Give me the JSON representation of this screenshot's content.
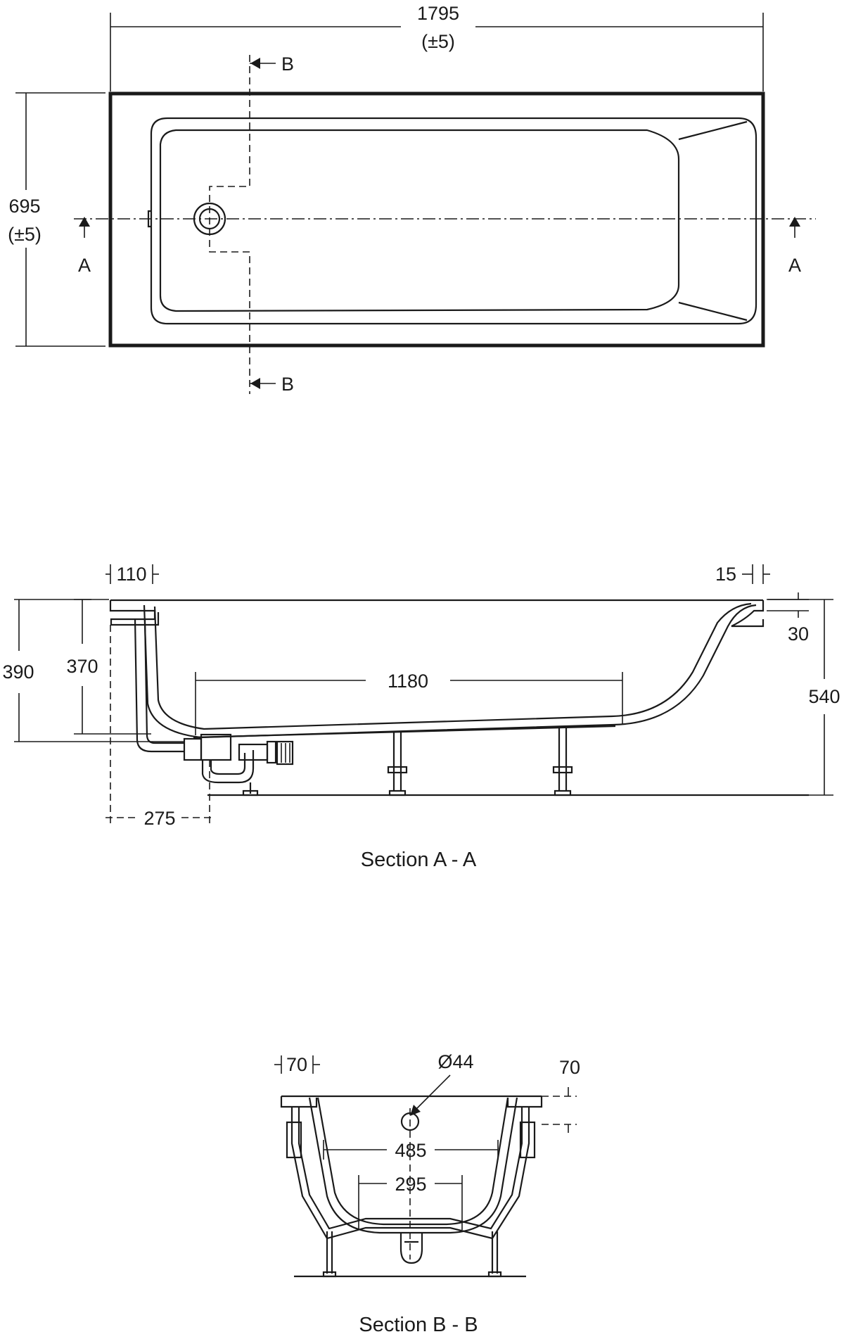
{
  "plan_view": {
    "length": "1795",
    "length_tolerance": "(±5)",
    "width": "695",
    "width_tolerance": "(±5)",
    "section_a_marker": "A",
    "section_b_marker": "B"
  },
  "section_a": {
    "caption": "Section A - A",
    "dim_110": "110",
    "dim_15": "15",
    "dim_30": "30",
    "dim_390": "390",
    "dim_370": "370",
    "dim_1180": "1180",
    "dim_540": "540",
    "dim_275": "275"
  },
  "section_b": {
    "caption": "Section B - B",
    "dim_70_left": "70",
    "dim_waste_dia": "Ø44",
    "dim_70_right": "70",
    "dim_485": "485",
    "dim_295": "295"
  }
}
